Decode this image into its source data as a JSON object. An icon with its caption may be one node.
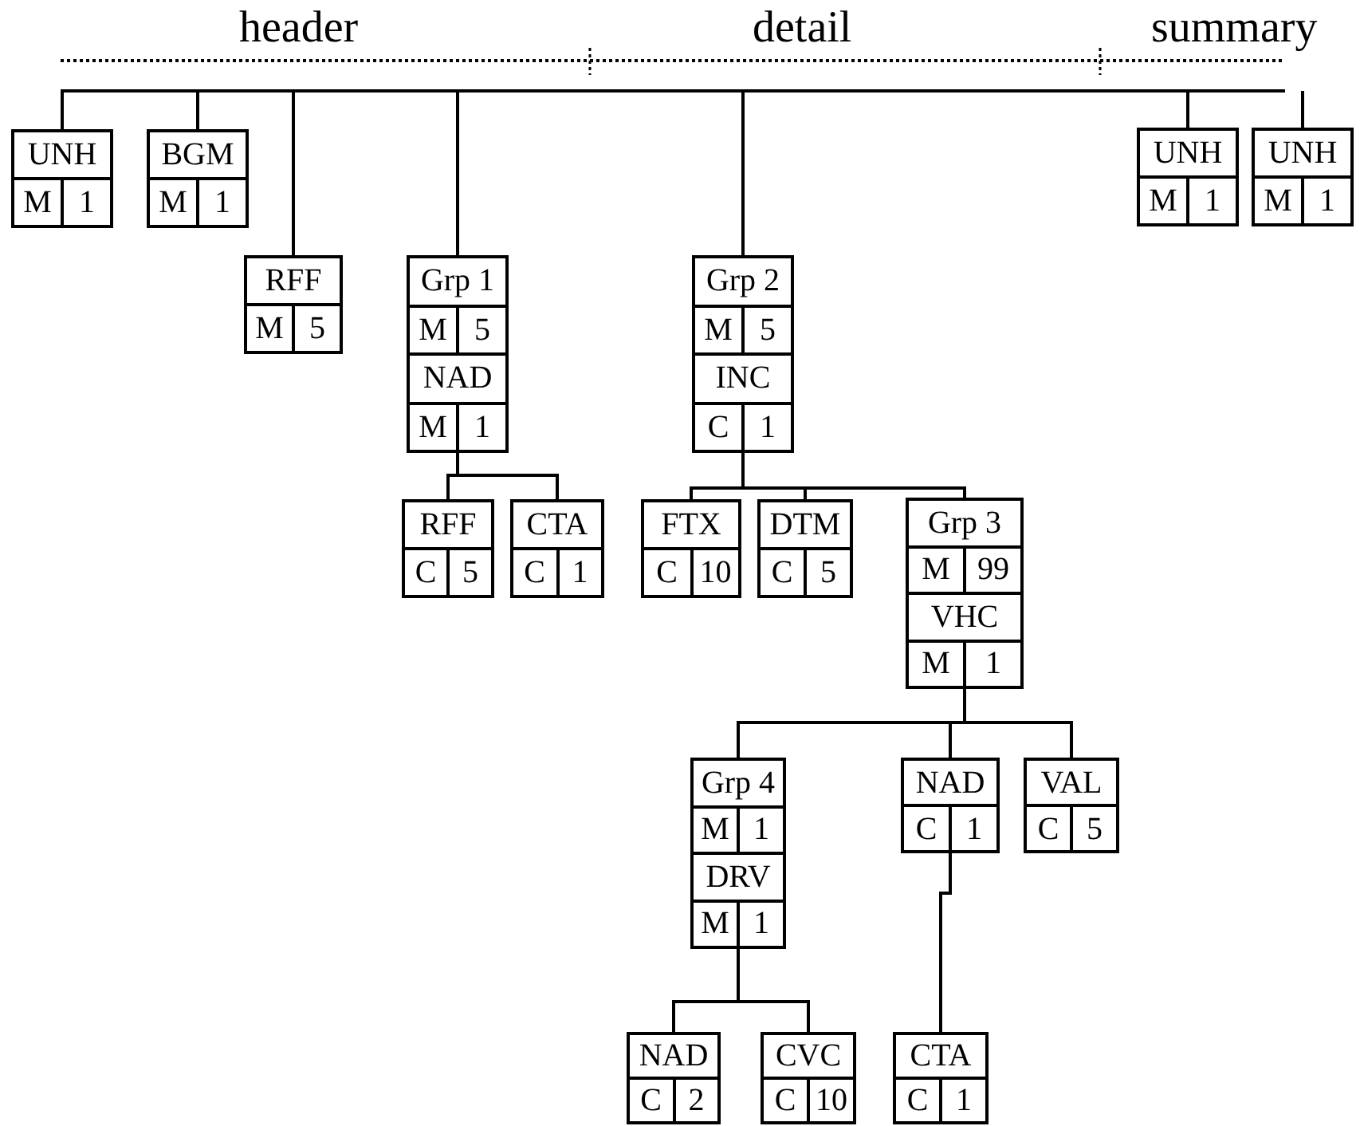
{
  "diagram": {
    "nodes": [
      {
        "text": [],
        "shape": "bar"
      },
      {
        "text": [
          "UNH",
          "M",
          "1"
        ]
      },
      {
        "text": [
          "BGM",
          "M",
          "1"
        ]
      },
      {
        "text": [
          "RFF",
          "M",
          "5"
        ]
      },
      {
        "text": [
          "Grp 1",
          "M",
          "5",
          "NAD",
          "M",
          "1"
        ]
      },
      {
        "text": [
          "Grp 2",
          "M",
          "5",
          "INC",
          "C",
          "1"
        ]
      },
      {
        "text": [
          "UNH",
          "M",
          "1"
        ]
      },
      {
        "text": [
          "UNH",
          "M",
          "1"
        ]
      },
      {
        "text": [
          "RFF",
          "C",
          "5"
        ]
      },
      {
        "text": [
          "CTA",
          "C",
          "1"
        ]
      },
      {
        "text": [
          "FTX",
          "C",
          "10"
        ]
      },
      {
        "text": [
          "DTM",
          "C",
          "5"
        ]
      },
      {
        "text": [
          "Grp 3",
          "M",
          "99",
          "VHC",
          "M",
          "1"
        ]
      },
      {
        "text": [
          "Grp 4",
          "M",
          "1",
          "DRV",
          "M",
          "1"
        ]
      },
      {
        "text": [
          "NAD",
          "C",
          "1"
        ]
      },
      {
        "text": [
          "VAL",
          "C",
          "5"
        ]
      },
      {
        "text": [
          "NAD",
          "C",
          "2"
        ]
      },
      {
        "text": [
          "CVC",
          "C",
          "10"
        ]
      },
      {
        "text": [
          "CTA",
          "C",
          "1"
        ]
      }
    ],
    "edges": [
      {
        "from": 0,
        "to": 1,
        "arrow": "none"
      },
      {
        "from": 0,
        "to": 2,
        "arrow": "none"
      },
      {
        "from": 0,
        "to": 3,
        "arrow": "none"
      },
      {
        "from": 0,
        "to": 4,
        "arrow": "none"
      },
      {
        "from": 0,
        "to": 5,
        "arrow": "none"
      },
      {
        "from": 0,
        "to": 6,
        "arrow": "none"
      },
      {
        "from": 0,
        "to": 7,
        "arrow": "none"
      },
      {
        "from": 4,
        "to": 8,
        "arrow": "none"
      },
      {
        "from": 4,
        "to": 9,
        "arrow": "none"
      },
      {
        "from": 5,
        "to": 10,
        "arrow": "none"
      },
      {
        "from": 5,
        "to": 11,
        "arrow": "none"
      },
      {
        "from": 5,
        "to": 12,
        "arrow": "none"
      },
      {
        "from": 12,
        "to": 13,
        "arrow": "none"
      },
      {
        "from": 12,
        "to": 14,
        "arrow": "none"
      },
      {
        "from": 12,
        "to": 15,
        "arrow": "none"
      },
      {
        "from": 13,
        "to": 16,
        "arrow": "none"
      },
      {
        "from": 13,
        "to": 17,
        "arrow": "none"
      },
      {
        "from": 14,
        "to": 18,
        "arrow": "none"
      }
    ],
    "labels": [
      "header",
      "detail",
      "summary"
    ]
  }
}
